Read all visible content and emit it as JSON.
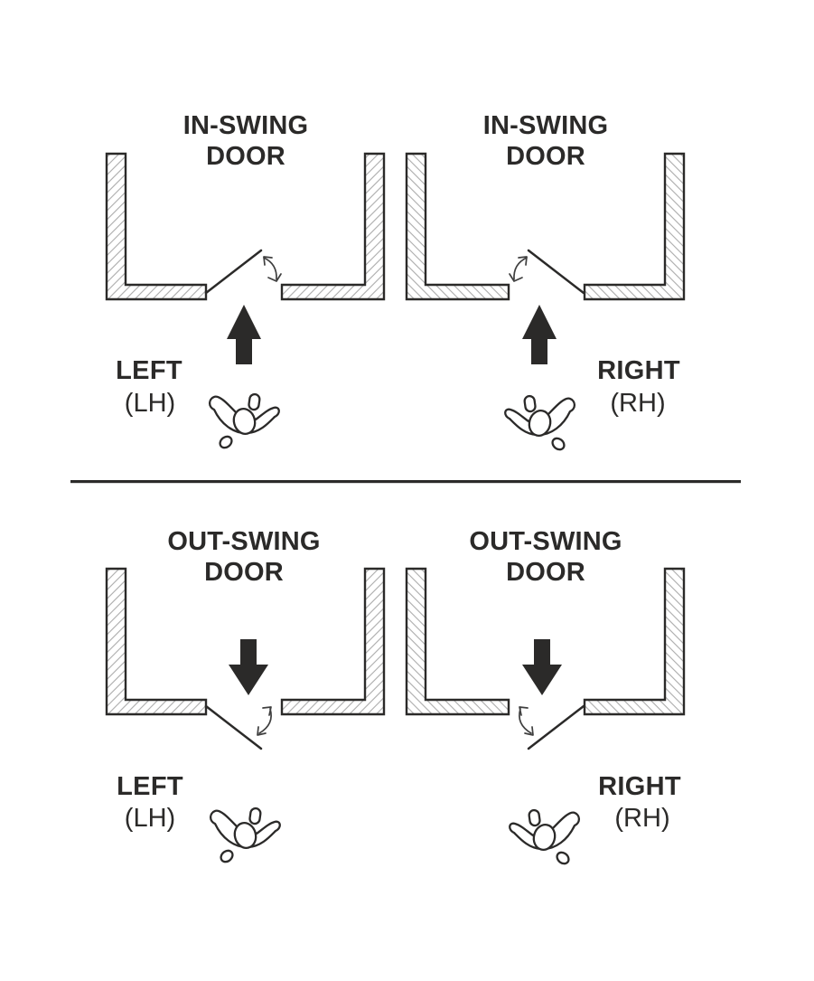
{
  "diagram": {
    "description": "Door handing chart showing in-swing and out-swing door configurations",
    "colors": {
      "ink": "#2b2a29",
      "hatch": "#ababab",
      "background": "#ffffff",
      "arc": "#3f3f3f"
    },
    "quadrants": [
      {
        "id": "in-swing-left",
        "title_line1": "IN-SWING",
        "title_line2": "DOOR",
        "hand": "LEFT",
        "hand_abbr": "(LH)"
      },
      {
        "id": "in-swing-right",
        "title_line1": "IN-SWING",
        "title_line2": "DOOR",
        "hand": "RIGHT",
        "hand_abbr": "(RH)"
      },
      {
        "id": "out-swing-left",
        "title_line1": "OUT-SWING",
        "title_line2": "DOOR",
        "hand": "LEFT",
        "hand_abbr": "(LH)"
      },
      {
        "id": "out-swing-right",
        "title_line1": "OUT-SWING",
        "title_line2": "DOOR",
        "hand": "RIGHT",
        "hand_abbr": "(RH)"
      }
    ]
  }
}
